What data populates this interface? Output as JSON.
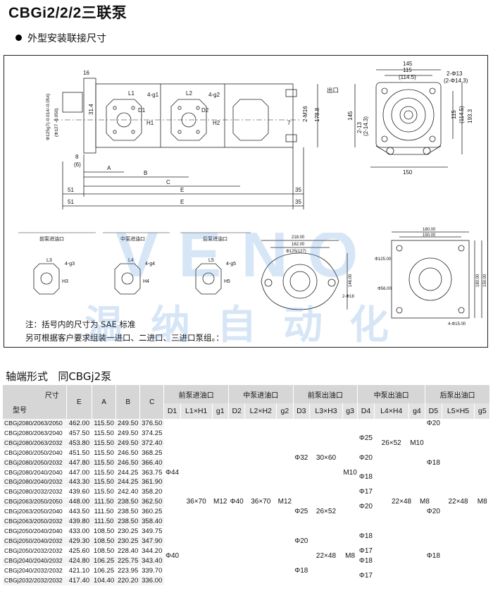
{
  "title": "CBGi2/2/2三联泵",
  "subheading": "外型安装联接尺寸",
  "drawing": {
    "labels": {
      "d16": "16",
      "l1": "L1",
      "g1": "4-g1",
      "d1": "D1",
      "h1": "H1",
      "l2": "L2",
      "g2": "4-g2",
      "d2": "D2",
      "h2": "H2",
      "m16": "2-M16",
      "v178": "178.8",
      "v7": "7",
      "phi125": "Φ125g7(-0.014/-0.054)",
      "phi127": "(Φ127 -0.050)",
      "v314": "31.4",
      "v8": "8",
      "v6": "(6)",
      "a": "A",
      "b": "B",
      "c": "C",
      "e": "E",
      "v51a": "51",
      "v35a": "35",
      "v51b": "51",
      "v35b": "35",
      "e2": "E",
      "outlet": "出口",
      "v145a": "145",
      "v115a": "115",
      "v1145a": "(114.5)",
      "m13": "2-Φ13",
      "m143": "(2-Φ14.3)",
      "v145v": "145",
      "v213": "2-13",
      "v2143": "(2-14.3)",
      "v115v": "115",
      "v1145v": "(114.5)",
      "v1933": "193.3",
      "v150": "150"
    },
    "port_labels": {
      "front_in": "前泵进油口",
      "mid_in": "中泵进油口",
      "rear_in": "后泵进油口",
      "l3": "L3",
      "g3": "4-g3",
      "h3": "H3",
      "l4": "L4",
      "g4": "4-g4",
      "h4": "H4",
      "l5": "L5",
      "g5": "4-g5",
      "h5": "H5"
    },
    "sae_labels": {
      "w218": "218.00",
      "w162": "162.00",
      "phi125": "Φ125(127)",
      "h14600": "146.00",
      "phi2": "2-Φ18",
      "w180": "180.00",
      "w150": "150.00",
      "phi125b": "Φ125.00",
      "phi56": "Φ56.00",
      "r18000": "180.00",
      "r15000": "150.00",
      "phi4": "4-Φ15.00"
    },
    "notes": [
      "注：括号内的尺寸为 SAE 标准",
      "另可根据客户要求组装一进口、二进口、三进口泵组。："
    ]
  },
  "watermark": {
    "logo": "VENO",
    "text": "温纳自动化"
  },
  "shaft_section": {
    "label": "轴端形式",
    "value": "同CBGj2泵"
  },
  "table": {
    "corner_top": "尺寸",
    "corner_bottom": "型号",
    "groups": [
      "前泵进油口",
      "中泵进油口",
      "前泵出油口",
      "中泵出油口",
      "后泵出油口"
    ],
    "cols": [
      "E",
      "A",
      "B",
      "C",
      "D1",
      "L1×H1",
      "g1",
      "D2",
      "L2×H2",
      "g2",
      "D3",
      "L3×H3",
      "g3",
      "D4",
      "L4×H4",
      "g4",
      "D5",
      "L5×H5",
      "g5"
    ],
    "rows": [
      [
        "CBGj2080/2063/2050",
        "462.00",
        "115.50",
        "249.50",
        "376.50"
      ],
      [
        "CBGj2080/2063/2040",
        "457.50",
        "115.50",
        "249.50",
        "374.25"
      ],
      [
        "CBGj2080/2063/2032",
        "453.80",
        "115.50",
        "249.50",
        "372.40"
      ],
      [
        "CBGj2080/2050/2040",
        "451.50",
        "115.50",
        "246.50",
        "368.25"
      ],
      [
        "CBGj2080/2050/2032",
        "447.80",
        "115.50",
        "246.50",
        "366.40"
      ],
      [
        "CBGj2080/2040/2040",
        "447.00",
        "115.50",
        "244.25",
        "363.75"
      ],
      [
        "CBGj2080/2040/2032",
        "443.30",
        "115.50",
        "244.25",
        "361.90"
      ],
      [
        "CBGj2080/2032/2032",
        "439.60",
        "115.50",
        "242.40",
        "358.20"
      ],
      [
        "CBGj2063/2050/2050",
        "448.00",
        "111.50",
        "238.50",
        "362.50"
      ],
      [
        "CBGj2063/2050/2040",
        "443.50",
        "111.50",
        "238.50",
        "360.25"
      ],
      [
        "CBGj2063/2050/2032",
        "439.80",
        "111.50",
        "238.50",
        "358.40"
      ],
      [
        "CBGj2050/2040/2040",
        "433.00",
        "108.50",
        "230.25",
        "349.75"
      ],
      [
        "CBGj2050/2040/2032",
        "429.30",
        "108.50",
        "230.25",
        "347.90"
      ],
      [
        "CBGj2050/2032/2032",
        "425.60",
        "108.50",
        "228.40",
        "344.20"
      ],
      [
        "CBGj2040/2040/2032",
        "424.80",
        "106.25",
        "225.75",
        "343.40"
      ],
      [
        "CBGj2040/2032/2032",
        "421.10",
        "106.25",
        "223.95",
        "339.70"
      ],
      [
        "CBGj2032/2032/2032",
        "417.40",
        "104.40",
        "220.20",
        "336.00"
      ]
    ],
    "merged": {
      "d1_top": "Φ44",
      "d1_bottom": "Φ40",
      "l1h1": "36×70",
      "g1": "M12",
      "d2": "Φ40",
      "l2h2": "36×70",
      "g2": "M12",
      "d3_a": "Φ32",
      "l3h3_a": "30×60",
      "d3_b": "Φ25",
      "l3h3_b": "26×52",
      "d3_c": "Φ20",
      "l3h3_c": "22×48",
      "g3_b": "M8",
      "d3_d": "Φ18",
      "g3_a": "M10",
      "d4_1": "Φ25",
      "l4h4_a": "26×52",
      "g4_a": "M10",
      "d4_2": "Φ20",
      "d4_3": "Φ18",
      "d4_4": "Φ17",
      "d4_5": "Φ20",
      "l4h4_b": "22×48",
      "g4_b": "M8",
      "d4_6": "Φ18",
      "d4_7": "Φ17",
      "d4_8": "Φ18",
      "d4_9": "Φ17",
      "d5_1": "Φ20",
      "d5_2": "Φ18",
      "d5_3": "Φ20",
      "d5_4": "Φ18",
      "l5h5": "22×48",
      "g5": "M8"
    }
  }
}
